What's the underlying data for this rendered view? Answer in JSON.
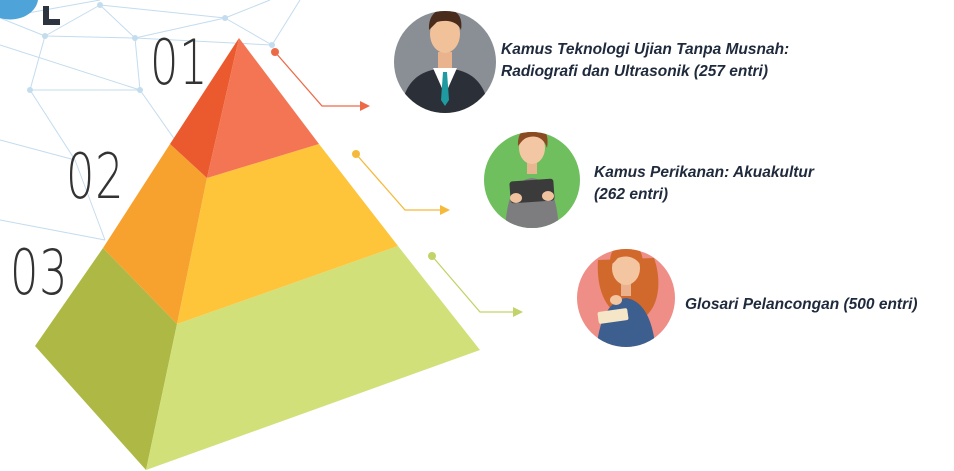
{
  "levels": [
    {
      "number": "01",
      "label_line1": "Kamus Teknologi Ujian Tanpa Musnah:",
      "label_line2": "Radiografi dan Ultrasonik (257 entri)",
      "color_light": "#f37553",
      "color_dark": "#eb5a2e",
      "avatar": "businessman-avatar",
      "avatar_bg": "#8a8f95"
    },
    {
      "number": "02",
      "label_line1": "Kamus Perikanan: Akuakultur",
      "label_line2": "(262 entri)",
      "color_light": "#fec43a",
      "color_dark": "#f7a12f",
      "avatar": "woman-tablet-avatar",
      "avatar_bg": "#6fbf5e"
    },
    {
      "number": "03",
      "label_line1": "Glosari Pelancongan (500 entri)",
      "label_line2": "",
      "color_light": "#d2e07a",
      "color_dark": "#adb944",
      "avatar": "woman-book-avatar",
      "avatar_bg": "#ee8e87"
    }
  ],
  "colors": {
    "network_lines": "#c3dcee",
    "number_text": "#333333",
    "label_text": "#1f2a3c"
  }
}
